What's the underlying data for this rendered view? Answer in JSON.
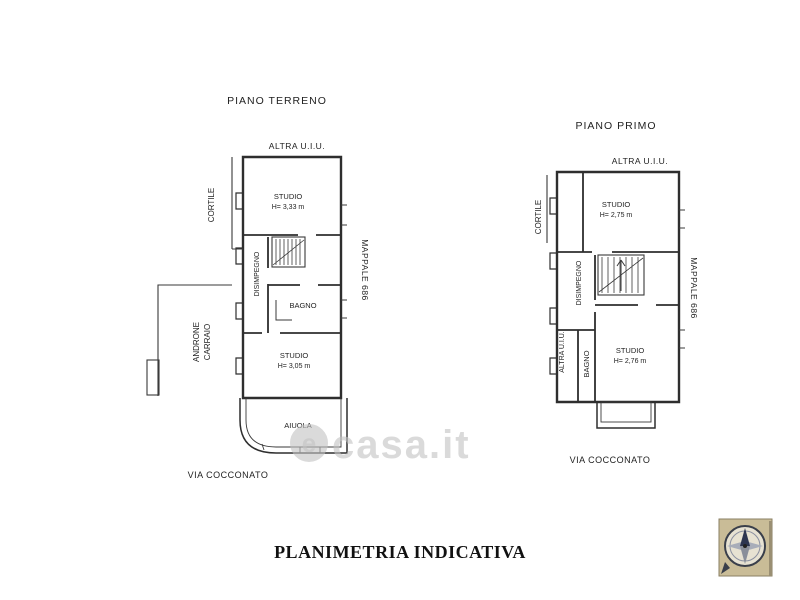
{
  "page": {
    "caption": "PLANIMETRIA INDICATIVA",
    "watermark_e": "e",
    "watermark": "casa.it"
  },
  "icons": {
    "compass": "compass-rose",
    "watermark_logo": "casa-it-circle-e"
  },
  "ground_floor": {
    "title": "PIANO TERRENO",
    "altra_uiu": "ALTRA U.I.U.",
    "cortile": "CORTILE",
    "studio_top": "STUDIO",
    "studio_top_height": "H= 3,33 m",
    "disimpegno": "DISIMPEGNO",
    "bagno": "BAGNO",
    "androne_line1": "ANDRONE",
    "androne_line2": "CARRAIO",
    "studio_bottom": "STUDIO",
    "studio_bottom_height": "H= 3,05 m",
    "mappale": "MAPPALE 686",
    "aiuola": "AIUOLA",
    "street": "VIA COCCONATO"
  },
  "first_floor": {
    "title": "PIANO PRIMO",
    "altra_uiu_top": "ALTRA U.I.U.",
    "cortile": "CORTILE",
    "studio_top": "STUDIO",
    "studio_top_height": "H= 2,75 m",
    "disimpegno": "DISIMPEGNO",
    "altra_uiu_left": "ALTRA U.I.U.",
    "bagno": "BAGNO",
    "studio_bottom": "STUDIO",
    "studio_bottom_height": "H= 2,76 m",
    "mappale": "MAPPALE 686",
    "street": "VIA COCCONATO"
  }
}
